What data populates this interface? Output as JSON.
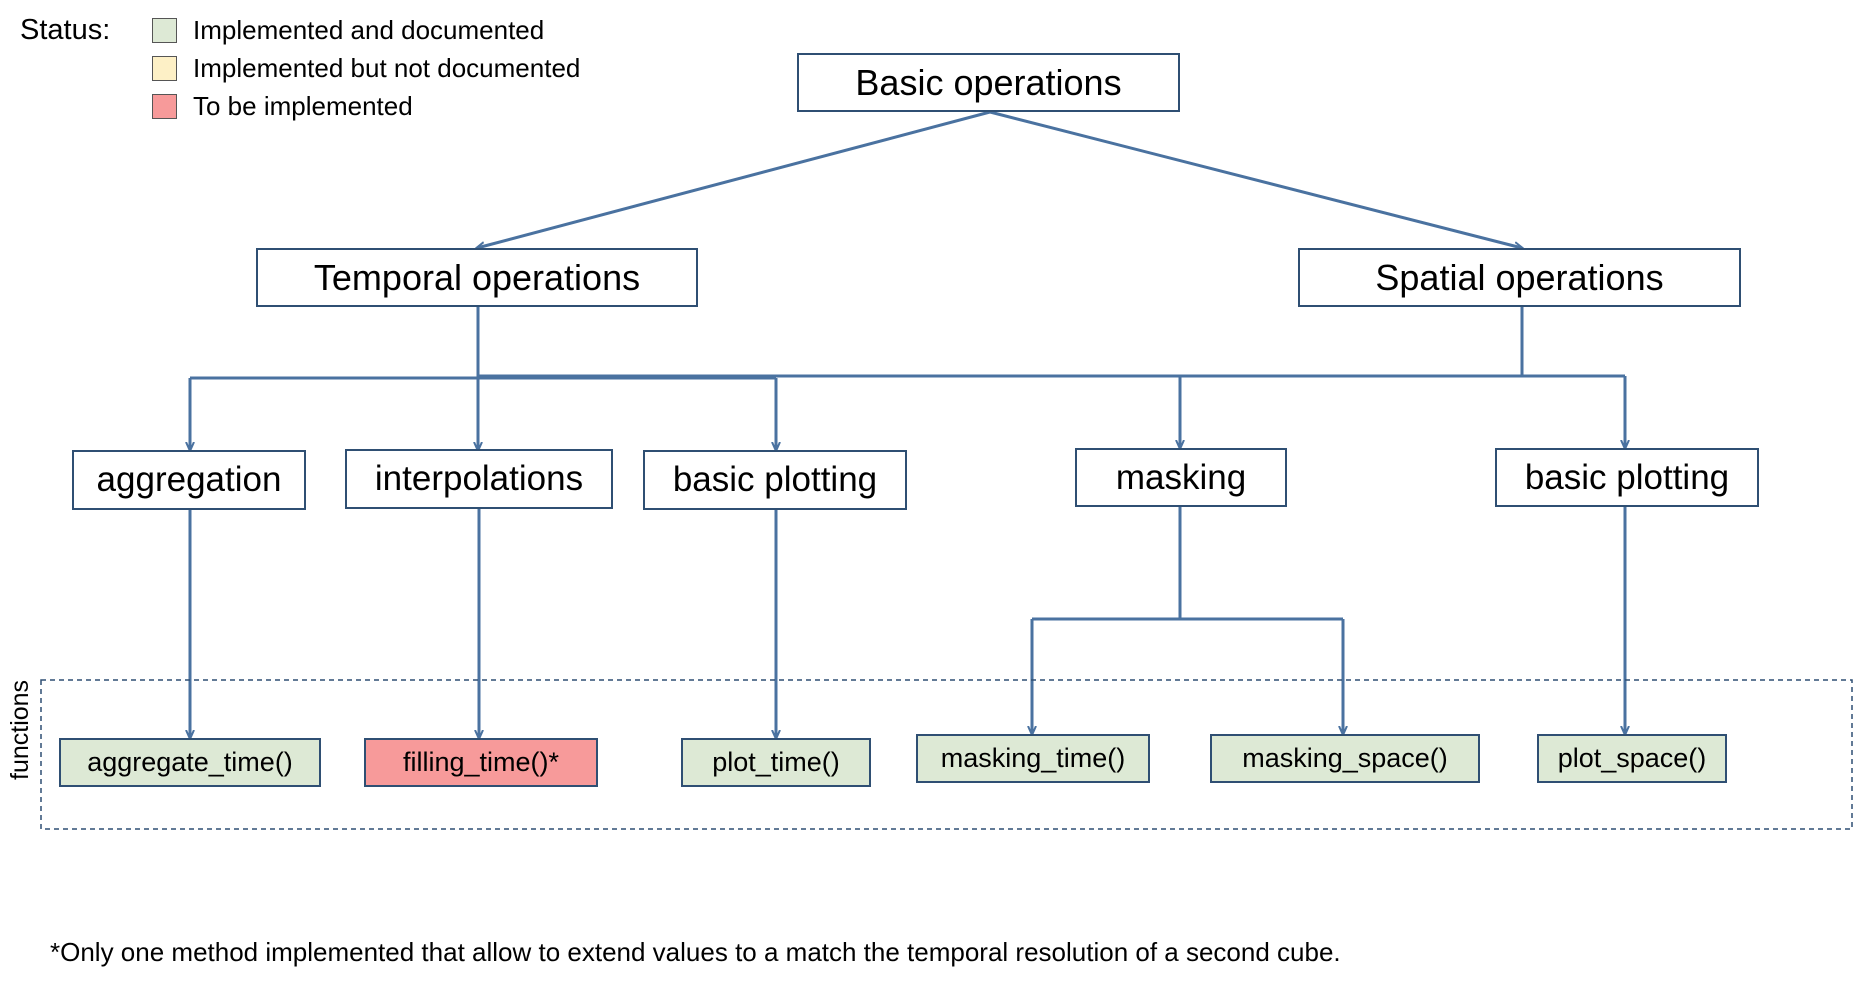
{
  "legend": {
    "title": "Status:",
    "items": [
      {
        "label": "Implemented and documented",
        "color": "#dde9d5"
      },
      {
        "label": "Implemented but not documented",
        "color": "#fdf0c6"
      },
      {
        "label": "To be implemented",
        "color": "#f79a9a"
      }
    ]
  },
  "nodes": {
    "root": "Basic operations",
    "temporal": "Temporal operations",
    "spatial": "Spatial operations",
    "aggregation": "aggregation",
    "interpolations": "interpolations",
    "basic_plotting_temporal": "basic plotting",
    "masking": "masking",
    "basic_plotting_spatial": "basic plotting"
  },
  "functions": {
    "label": "functions",
    "items": [
      {
        "name": "aggregate_time()",
        "status": "Implemented and documented"
      },
      {
        "name": "filling_time()*",
        "status": "To be implemented"
      },
      {
        "name": "plot_time()",
        "status": "Implemented and documented"
      },
      {
        "name": "masking_time()",
        "status": "Implemented and documented"
      },
      {
        "name": "masking_space()",
        "status": "Implemented and documented"
      },
      {
        "name": "plot_space()",
        "status": "Implemented and documented"
      }
    ]
  },
  "footnote": "*Only one method implemented that allow to extend values to a match the temporal resolution of a second cube.",
  "colors": {
    "line": "#4a72a0",
    "border": "#2f4f73",
    "implemented_documented": "#dde9d5",
    "to_be_implemented": "#f79a9a"
  }
}
